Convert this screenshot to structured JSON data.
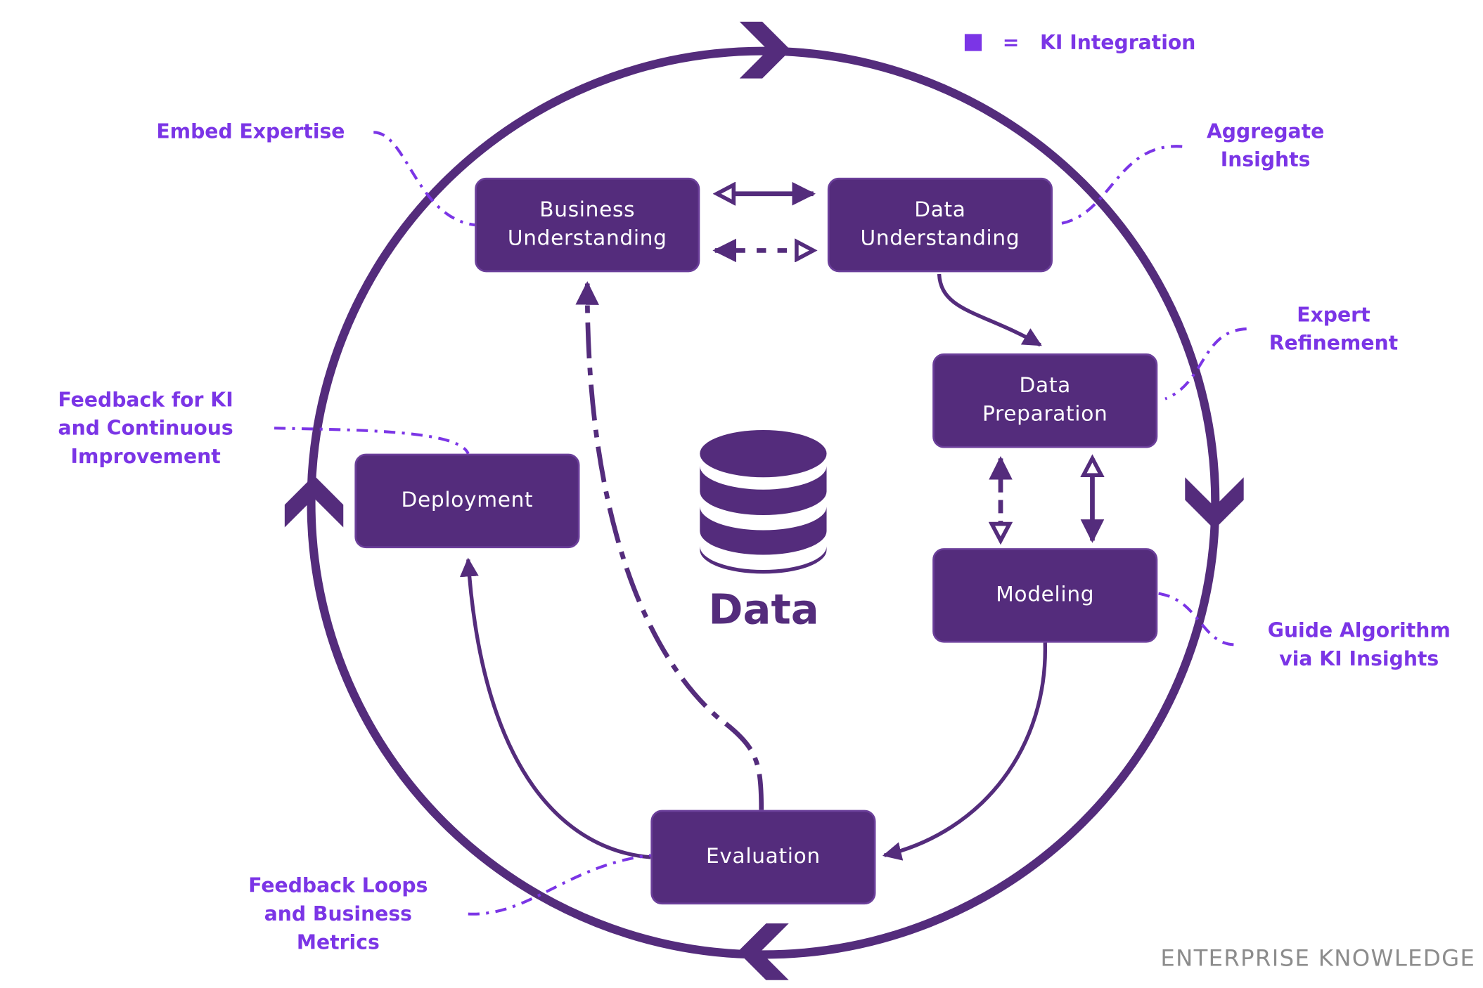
{
  "legend": {
    "symbol": "=",
    "text": "KI Integration",
    "color": "#7b35e6"
  },
  "center": {
    "label": "Data",
    "icon": "database-icon"
  },
  "phases": {
    "business_understanding": [
      "Business",
      "Understanding"
    ],
    "data_understanding": [
      "Data",
      "Understanding"
    ],
    "data_preparation": [
      "Data",
      "Preparation"
    ],
    "modeling": "Modeling",
    "evaluation": "Evaluation",
    "deployment": "Deployment"
  },
  "annotations": {
    "embed_expertise": [
      "Embed Expertise"
    ],
    "aggregate_insights": [
      "Aggregate",
      "Insights"
    ],
    "expert_refinement": [
      "Expert",
      "Refinement"
    ],
    "guide_algorithm": [
      "Guide Algorithm",
      "via KI Insights"
    ],
    "feedback_loops": [
      "Feedback Loops",
      "and Business",
      "Metrics"
    ],
    "feedback_ki": [
      "Feedback for KI",
      "and Continuous",
      "Improvement"
    ]
  },
  "brand": "ENTERPRISE KNOWLEDGE",
  "colors": {
    "box": "#542c7c",
    "annotation": "#7b35e6",
    "brand": "#8c8c8c"
  }
}
